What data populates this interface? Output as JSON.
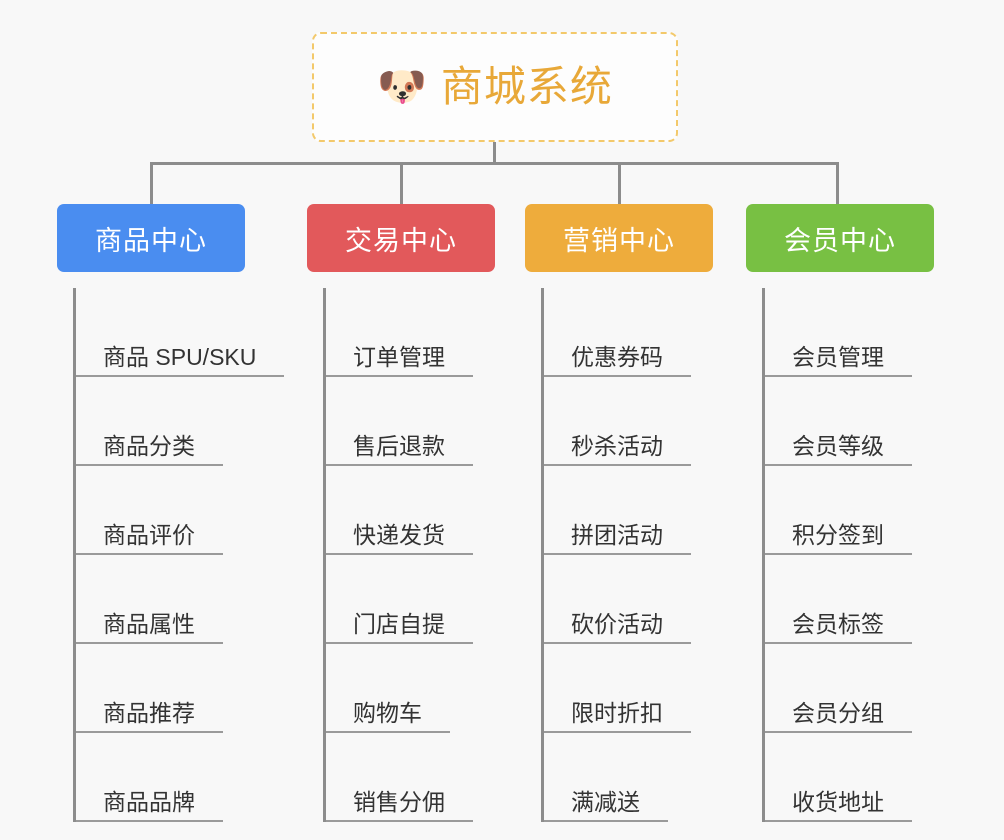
{
  "diagram": {
    "type": "mindmap-org-chart",
    "background_color": "#f8f8f8",
    "connector_color": "#8c8c8c",
    "root": {
      "title": "商城系统",
      "icon": "shiba-dog-face-emoji",
      "icon_glyph": "🐶",
      "text_color": "#e8a838",
      "border_color": "#f3c96b",
      "background_color": "#fdfdfd"
    },
    "categories": [
      {
        "label": "商品中心",
        "color": "#4a8df0",
        "items": [
          "商品 SPU/SKU",
          "商品分类",
          "商品评价",
          "商品属性",
          "商品推荐",
          "商品品牌"
        ]
      },
      {
        "label": "交易中心",
        "color": "#e2595b",
        "items": [
          "订单管理",
          "售后退款",
          "快递发货",
          "门店自提",
          "购物车",
          "销售分佣"
        ]
      },
      {
        "label": "营销中心",
        "color": "#eeac3c",
        "items": [
          "优惠券码",
          "秒杀活动",
          "拼团活动",
          "砍价活动",
          "限时折扣",
          "满减送"
        ]
      },
      {
        "label": "会员中心",
        "color": "#78c043",
        "items": [
          "会员管理",
          "会员等级",
          "积分签到",
          "会员标签",
          "会员分组",
          "收货地址"
        ]
      }
    ]
  }
}
